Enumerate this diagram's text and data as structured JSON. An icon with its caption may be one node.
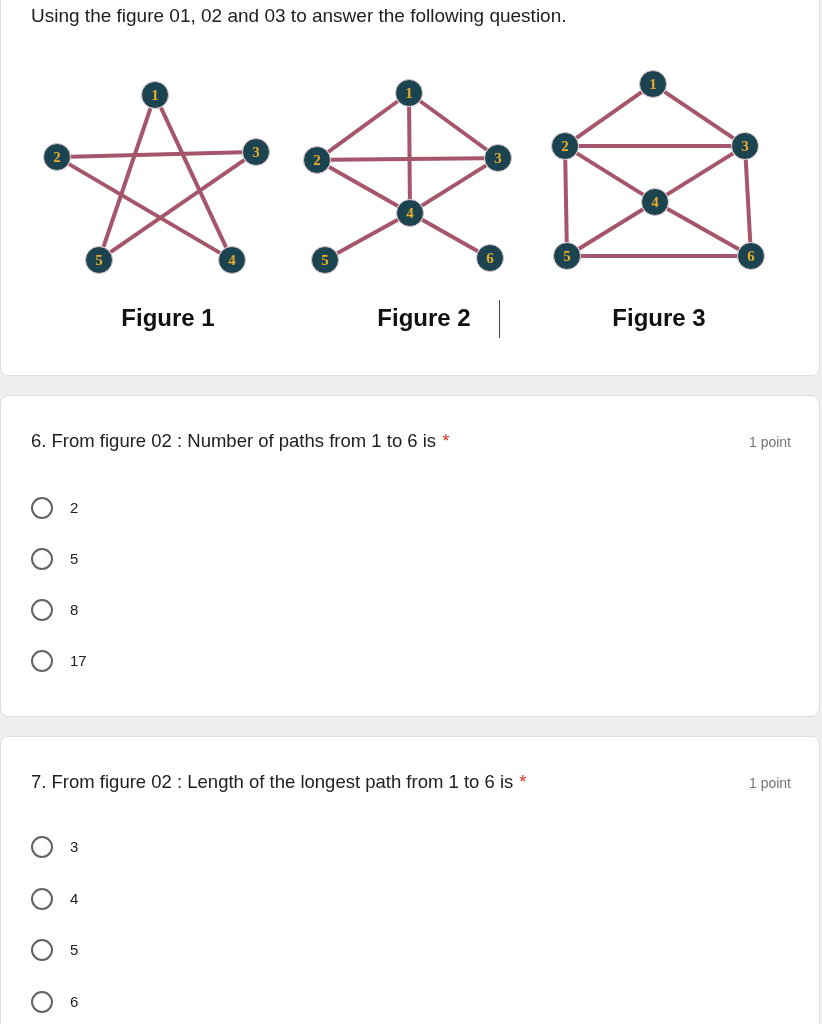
{
  "diagram": {
    "title": "Using the figure 01, 02 and 03 to answer the following question.",
    "nodes": [
      {
        "text": [
          "1"
        ]
      },
      {
        "text": [
          "2"
        ]
      },
      {
        "text": [
          "3"
        ]
      },
      {
        "text": [
          "4"
        ]
      },
      {
        "text": [
          "5"
        ]
      },
      {
        "text": [
          "1"
        ]
      },
      {
        "text": [
          "2"
        ]
      },
      {
        "text": [
          "3"
        ]
      },
      {
        "text": [
          "4"
        ]
      },
      {
        "text": [
          "5"
        ]
      },
      {
        "text": [
          "6"
        ]
      },
      {
        "text": [
          "1"
        ]
      },
      {
        "text": [
          "2"
        ]
      },
      {
        "text": [
          "3"
        ]
      },
      {
        "text": [
          "4"
        ]
      },
      {
        "text": [
          "5"
        ]
      },
      {
        "text": [
          "6"
        ]
      }
    ],
    "edges": [
      {
        "from": 0,
        "to": 4,
        "arrow": "none"
      },
      {
        "from": 0,
        "to": 3,
        "arrow": "none"
      },
      {
        "from": 1,
        "to": 2,
        "arrow": "none"
      },
      {
        "from": 1,
        "to": 3,
        "arrow": "none"
      },
      {
        "from": 2,
        "to": 4,
        "arrow": "none"
      },
      {
        "from": 5,
        "to": 6,
        "arrow": "none"
      },
      {
        "from": 5,
        "to": 7,
        "arrow": "none"
      },
      {
        "from": 5,
        "to": 8,
        "arrow": "none"
      },
      {
        "from": 6,
        "to": 7,
        "arrow": "none"
      },
      {
        "from": 6,
        "to": 8,
        "arrow": "none"
      },
      {
        "from": 7,
        "to": 8,
        "arrow": "none"
      },
      {
        "from": 8,
        "to": 9,
        "arrow": "none"
      },
      {
        "from": 8,
        "to": 10,
        "arrow": "none"
      },
      {
        "from": 11,
        "to": 12,
        "arrow": "none"
      },
      {
        "from": 11,
        "to": 13,
        "arrow": "none"
      },
      {
        "from": 12,
        "to": 13,
        "arrow": "none"
      },
      {
        "from": 12,
        "to": 14,
        "arrow": "none"
      },
      {
        "from": 12,
        "to": 15,
        "arrow": "none"
      },
      {
        "from": 13,
        "to": 14,
        "arrow": "none"
      },
      {
        "from": 13,
        "to": 16,
        "arrow": "none"
      },
      {
        "from": 14,
        "to": 15,
        "arrow": "none"
      },
      {
        "from": 14,
        "to": 16,
        "arrow": "none"
      },
      {
        "from": 15,
        "to": 16,
        "arrow": "none"
      }
    ],
    "labels": [
      "Figure 1",
      "Figure 2",
      "Figure 3",
      "6. From figure 02 : Number of paths from 1 to 6 is",
      "*",
      "1 point",
      "2",
      "5",
      "8",
      "17",
      "7. From figure 02 : Length of the longest path from 1 to 6 is",
      "*",
      "1 point",
      "3",
      "4",
      "5",
      "6"
    ]
  }
}
